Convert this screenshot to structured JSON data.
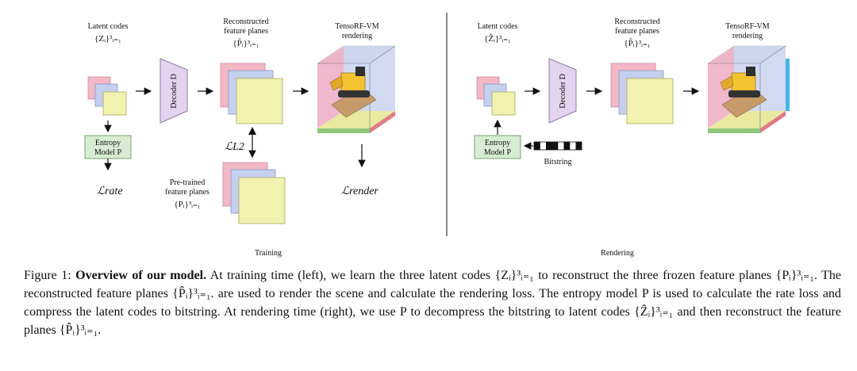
{
  "training": {
    "latent_label": "Latent codes",
    "latent_math": "{Zᵢ}³ᵢ₌₁",
    "decoder_label": "Decoder D",
    "recon_label_1": "Reconstructed",
    "recon_label_2": "feature planes",
    "recon_math": "{P̂ᵢ}³ᵢ₌₁",
    "render_label_1": "TensoRF-VM",
    "render_label_2": "rendering",
    "entropy_label_1": "Entropy",
    "entropy_label_2": "Model P",
    "loss_rate": "ℒrate",
    "loss_l2": "ℒL2",
    "loss_render": "ℒrender",
    "pretrained_label_1": "Pre-trained",
    "pretrained_label_2": "feature planes",
    "pretrained_math": "{Pᵢ}³ᵢ₌₁",
    "section_label": "Training"
  },
  "rendering": {
    "latent_label": "Latent codes",
    "latent_math": "{Ẑᵢ}³ᵢ₌₁",
    "decoder_label": "Decoder D",
    "recon_label_1": "Reconstructed",
    "recon_label_2": "feature planes",
    "recon_math": "{P̂ᵢ}³ᵢ₌₁",
    "render_label_1": "TensoRF-VM",
    "render_label_2": "rendering",
    "entropy_label_1": "Entropy",
    "entropy_label_2": "Model P",
    "bitstring_label": "Bitstring",
    "section_label": "Rendering"
  },
  "caption": {
    "prefix": "Figure 1: ",
    "title": "Overview of our model.",
    "body": " At training time (left), we learn the three latent codes {Zᵢ}³ᵢ₌₁ to reconstruct the three frozen feature planes {Pᵢ}³ᵢ₌₁. The reconstructed feature planes {P̂ᵢ}³ᵢ₌₁. are used to render the scene and calculate the rendering loss. The entropy model P is used to calculate the rate loss and compress the latent codes to bitstring. At rendering time (right), we use P to decompress the bitstring to latent codes {Ẑᵢ}³ᵢ₌₁ and then reconstruct the feature planes {P̂ᵢ}³ᵢ₌₁."
  },
  "colors": {
    "pink": "#f2b8c6",
    "blue": "#c5cfee",
    "yellow": "#f1f1b0",
    "decoder": "#e3d3ef",
    "entropy": "#d7ecd2"
  }
}
